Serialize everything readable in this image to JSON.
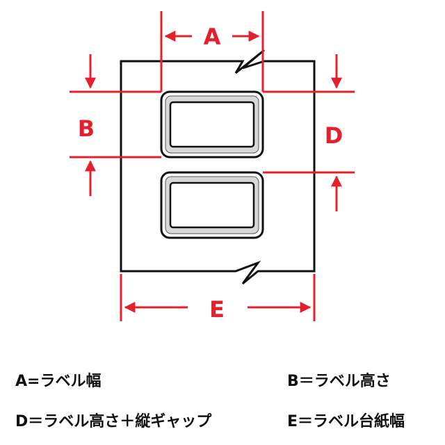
{
  "dimension_letters": {
    "a": "A",
    "b": "B",
    "d": "D",
    "e": "E"
  },
  "legend": {
    "a": "A=ラベル幅",
    "b": "B＝ラベル高さ",
    "d": "D＝ラベル高さ＋縦ギャップ",
    "e": "E＝ラベル台紙幅"
  },
  "colors": {
    "dimension": "#e3202c",
    "outline": "#111111",
    "label_fill": "#d8d8d8"
  }
}
